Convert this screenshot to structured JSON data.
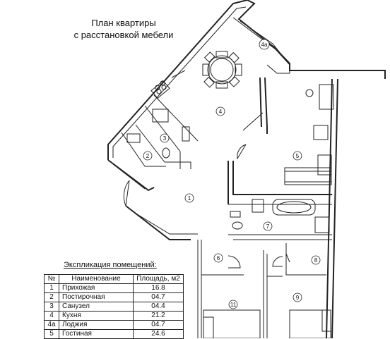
{
  "plan_title": {
    "line1": "План квартиры",
    "line2": "с расстановкой мебели"
  },
  "room_numbers": {
    "r1": "1",
    "r2": "2",
    "r3": "3",
    "r4": "4",
    "r4a": "4а",
    "r5": "5",
    "r6": "6",
    "r7": "7",
    "r8": "8",
    "r9": "9",
    "r11": "11"
  },
  "explication": {
    "title": "Экспликация помещений:",
    "headers": {
      "num": "№",
      "name": "Наименование",
      "area": "Площадь, м2"
    },
    "rows": [
      {
        "num": "1",
        "name": "Прихожая",
        "area": "16.8"
      },
      {
        "num": "2",
        "name": "Постирочная",
        "area": "04.7"
      },
      {
        "num": "3",
        "name": "Санузел",
        "area": "04.4"
      },
      {
        "num": "4",
        "name": "Кухня",
        "area": "21.2"
      },
      {
        "num": "4а",
        "name": "Лоджия",
        "area": "04.7"
      },
      {
        "num": "5",
        "name": "Гостиная",
        "area": "24.6"
      }
    ]
  }
}
